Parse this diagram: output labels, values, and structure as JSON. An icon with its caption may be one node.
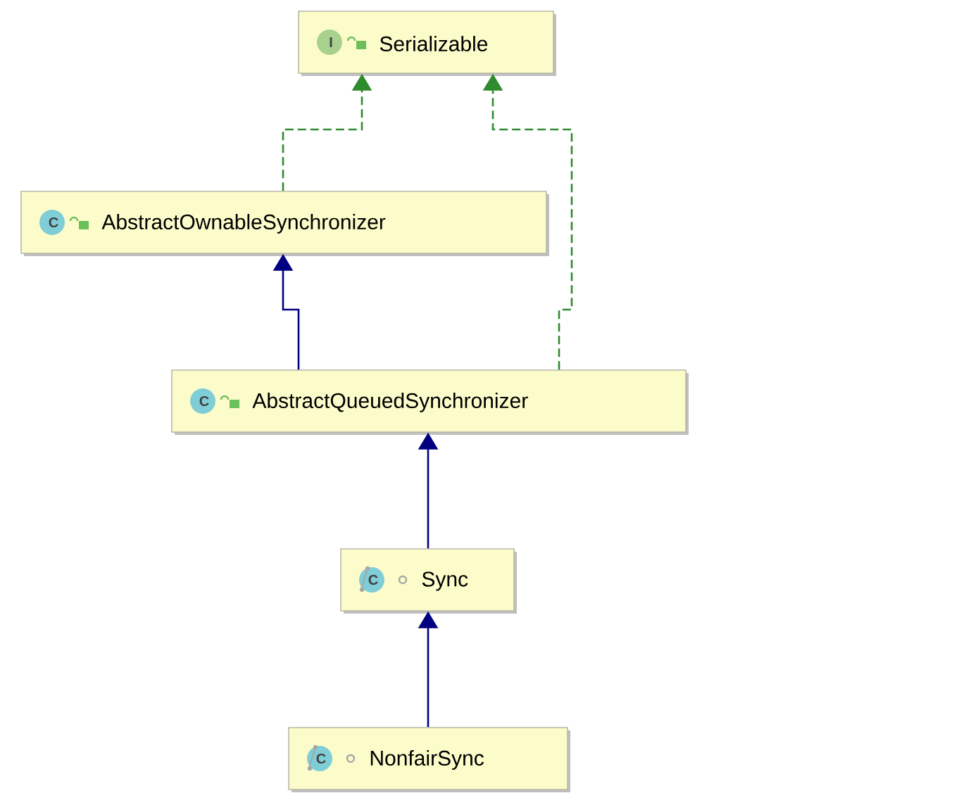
{
  "diagram": {
    "nodes": [
      {
        "text": [
          "I",
          "Serializable"
        ]
      },
      {
        "text": [
          "C",
          "AbstractOwnableSynchronizer"
        ]
      },
      {
        "text": [
          "C",
          "AbstractQueuedSynchronizer"
        ]
      },
      {
        "text": [
          "C",
          "Sync"
        ]
      },
      {
        "text": [
          "C",
          "NonfairSync"
        ]
      }
    ],
    "edges": [
      {
        "from": 1,
        "to": 0,
        "arrow": "to",
        "style": "dashed",
        "color": "#2e8b2e"
      },
      {
        "from": 2,
        "to": 0,
        "arrow": "to",
        "style": "dashed",
        "color": "#2e8b2e"
      },
      {
        "from": 2,
        "to": 1,
        "arrow": "to"
      },
      {
        "from": 3,
        "to": 2,
        "arrow": "to"
      },
      {
        "from": 4,
        "to": 3,
        "arrow": "to"
      }
    ]
  }
}
